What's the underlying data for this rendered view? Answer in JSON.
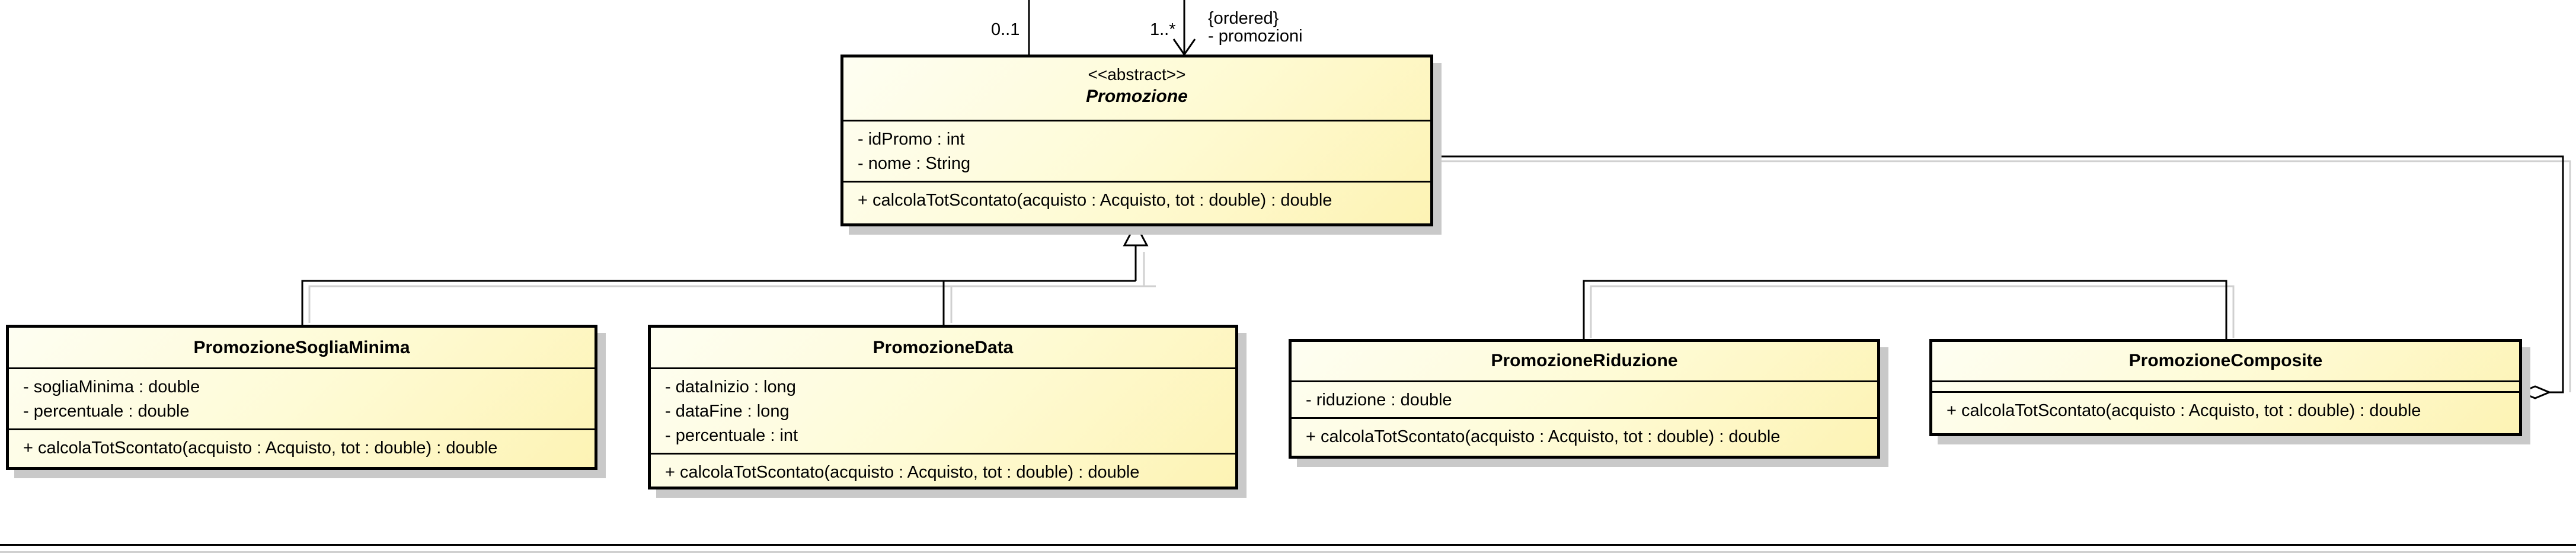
{
  "labels": {
    "mult_left": "0..1",
    "mult_right": "1..*",
    "constraint": "{ordered}",
    "role": "- promozioni"
  },
  "classes": {
    "promozione": {
      "stereotype": "<<abstract>>",
      "name": "Promozione",
      "attributes": [
        "- idPromo : int",
        "- nome : String"
      ],
      "operations": [
        "+ calcolaTotScontato(acquisto : Acquisto, tot : double) : double"
      ]
    },
    "soglia": {
      "name": "PromozioneSogliaMinima",
      "attributes": [
        "- sogliaMinima : double",
        "- percentuale : double"
      ],
      "operations": [
        "+ calcolaTotScontato(acquisto : Acquisto, tot : double) : double"
      ]
    },
    "data": {
      "name": "PromozioneData",
      "attributes": [
        "- dataInizio : long",
        "- dataFine : long",
        "- percentuale : int"
      ],
      "operations": [
        "+ calcolaTotScontato(acquisto : Acquisto, tot : double) : double"
      ]
    },
    "riduzione": {
      "name": "PromozioneRiduzione",
      "attributes": [
        "- riduzione : double"
      ],
      "operations": [
        "+ calcolaTotScontato(acquisto : Acquisto, tot : double) : double"
      ]
    },
    "composite": {
      "name": "PromozioneComposite",
      "attributes": [],
      "operations": [
        "+ calcolaTotScontato(acquisto : Acquisto, tot : double) : double"
      ]
    }
  }
}
